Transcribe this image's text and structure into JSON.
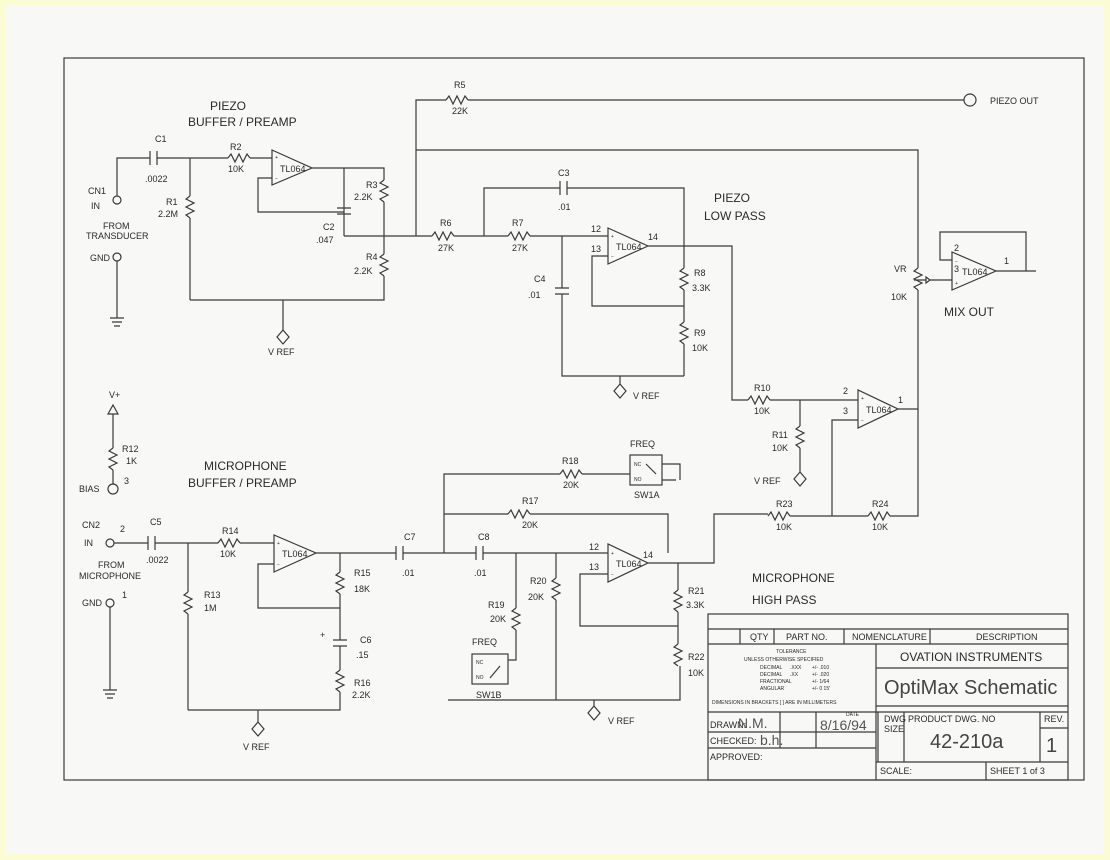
{
  "labels": {
    "piezo_buffer_1": "PIEZO",
    "piezo_buffer_2": "BUFFER / PREAMP",
    "piezo_lowpass_1": "PIEZO",
    "piezo_lowpass_2": "LOW PASS",
    "mic_buffer_1": "MICROPHONE",
    "mic_buffer_2": "BUFFER / PREAMP",
    "mic_highpass_1": "MICROPHONE",
    "mic_highpass_2": "HIGH PASS",
    "mix_out": "MIX OUT",
    "piezo_out": "PIEZO OUT"
  },
  "components": {
    "c1": [
      "C1",
      ".0022"
    ],
    "r1": [
      "R1",
      "2.2M"
    ],
    "r2": [
      "R2",
      "10K"
    ],
    "r3": [
      "R3",
      "2.2K"
    ],
    "c2": [
      "C2",
      ".047"
    ],
    "r4": [
      "R4",
      "2.2K"
    ],
    "r5": [
      "R5",
      "22K"
    ],
    "r6": [
      "R6",
      "27K"
    ],
    "r7": [
      "R7",
      "27K"
    ],
    "c3": [
      "C3",
      ".01"
    ],
    "c4": [
      "C4",
      ".01"
    ],
    "r8": [
      "R8",
      "3.3K"
    ],
    "r9": [
      "R9",
      "10K"
    ],
    "r10": [
      "R10",
      "10K"
    ],
    "r11": [
      "R11",
      "10K"
    ],
    "vr": [
      "VR",
      "10K"
    ],
    "r12": [
      "R12",
      "1K"
    ],
    "c5": [
      "C5",
      ".0022"
    ],
    "r13": [
      "R13",
      "1M"
    ],
    "r14": [
      "R14",
      "10K"
    ],
    "r15": [
      "R15",
      "18K"
    ],
    "c6": [
      "C6",
      ".15"
    ],
    "r16": [
      "R16",
      "2.2K"
    ],
    "c7": [
      "C7",
      ".01"
    ],
    "c8": [
      "C8",
      ".01"
    ],
    "r17": [
      "R17",
      "20K"
    ],
    "r18": [
      "R18",
      "20K"
    ],
    "r19": [
      "R19",
      "20K"
    ],
    "r20": [
      "R20",
      "20K"
    ],
    "r21": [
      "R21",
      "3.3K"
    ],
    "r22": [
      "R22",
      "10K"
    ],
    "r23": [
      "R23",
      "10K"
    ],
    "r24": [
      "R24",
      "10K"
    ]
  },
  "opamp_label": "TL064",
  "pins": {
    "p12a": "12",
    "p13a": "13",
    "p14a": "14",
    "p12b": "12",
    "p13b": "13",
    "p14b": "14",
    "p2a": "2",
    "p3a": "3",
    "p1a": "1",
    "p2b": "2",
    "p3b": "3",
    "p1b": "1",
    "cn2_2": "2",
    "mic_gnd_1": "1",
    "bias_3": "3"
  },
  "connectors": {
    "cn1": "CN1",
    "in1": "IN",
    "from1": "FROM",
    "transducer": "TRANSDUCER",
    "gnd1": "GND",
    "cn2": "CN2",
    "in2": "IN",
    "from2": "FROM",
    "microphone": "MICROPHONE",
    "gnd2": "GND",
    "vplus": "V+",
    "bias": "BIAS"
  },
  "vref": "V REF",
  "switches": {
    "freq": "FREQ",
    "nc": "NC",
    "no": "NO",
    "sw1a": "SW1A",
    "sw1b": "SW1B"
  },
  "title_block": {
    "qty": "QTY",
    "part_no": "PART NO.",
    "nomenclature": "NOMENCLATURE",
    "description": "DESCRIPTION",
    "tolerance": "TOLERANCE",
    "unless": "UNLESS OTHERWISE SPECIFIED",
    "decimal_1": "DECIMAL",
    "dec1_x": ".XXX",
    "dec1_tol": "+/- .010",
    "decimal_2": "DECIMAL",
    "dec2_x": ".XX",
    "dec2_tol": "+/- .020",
    "fractional": "FRACTIONAL",
    "frac_tol": "+/- 1/64",
    "angular": "ANGULAR",
    "ang_tol": "+/- 0 15'",
    "dims": "DIMENSIONS IN BRACKETS [ ] ARE IN MILLIMETERS",
    "company": "OVATION INSTRUMENTS",
    "title": "OptiMax Schematic",
    "date_label": "DATE",
    "drawn_label": "DRAWN:",
    "drawn_value": "N.M.",
    "date_value": "8/16/94",
    "dwg_size_1": "DWG",
    "dwg_size_2": "SIZE",
    "product_dwg_label": "PRODUCT DWG. NO",
    "product_dwg_value": "42-210a",
    "rev_label": "REV.",
    "rev_value": "1",
    "checked_label": "CHECKED:",
    "checked_value": "b.h.",
    "approved_label": "APPROVED:",
    "scale_label": "SCALE:",
    "sheet": "SHEET 1 of 3"
  }
}
